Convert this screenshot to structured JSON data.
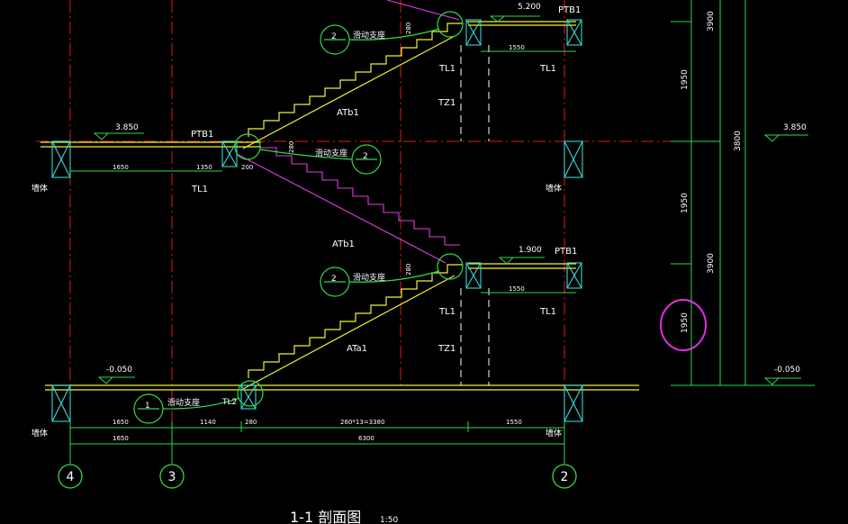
{
  "title": "1-1  剖面图",
  "title_scale": "1:50",
  "colors": {
    "background": "#000000",
    "axis": "#e01a1a",
    "structure": "#f2f230",
    "dimension": "#2fd94f",
    "column": "#38d8d8",
    "stair": "#e03ee0",
    "text": "#ffffff",
    "highlight": "#e02ee0"
  },
  "elevations": {
    "top": "5.200",
    "mid": "3.850",
    "upper_landing": "1.900",
    "ground_left": "-0.050",
    "ground_right": "-0.050",
    "right_mid": "3.850"
  },
  "labels": {
    "ptb1": "PTB1",
    "tl1": "TL1",
    "tl2": "TL2",
    "tz1": "TZ1",
    "at_b1": "ATb1",
    "at_b1_alt": "ATb1",
    "at_a1": "ATa1",
    "sliding_support": "滑动支座",
    "sliding_num_2": "2",
    "sliding_num_1": "1",
    "wall": "墙体"
  },
  "dimensions": {
    "d1650": "1650",
    "d1550": "1550",
    "d1950": "1950",
    "d3900": "3900",
    "d3800": "3800",
    "d260x13": "260*13=3380",
    "d280": "280",
    "d6300": "6300",
    "d1140": "1140",
    "d2000": "200",
    "d1350": "1350",
    "d1950_highlight": "1950"
  },
  "axes": [
    {
      "label": "4"
    },
    {
      "label": "3"
    },
    {
      "label": "2"
    }
  ]
}
